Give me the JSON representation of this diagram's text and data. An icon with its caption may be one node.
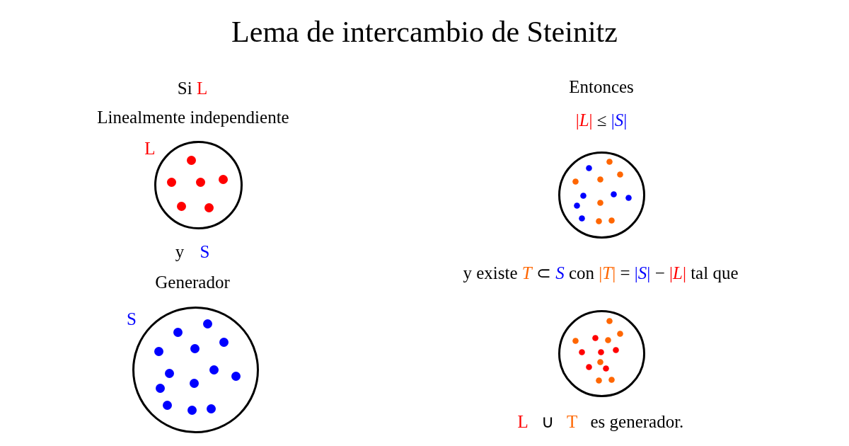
{
  "diagram": {
    "title": "Lema de intercambio de Steinitz",
    "nodes": [
      {
        "text": [
          "L"
        ],
        "beside": [
          "Si L",
          "Linealmente independiente"
        ]
      },
      {
        "text": [
          "S"
        ],
        "beside": [
          "y S",
          "Generador"
        ]
      },
      {
        "text": [],
        "shape": "circle",
        "beside": [
          "Entonces",
          "|*L*| ≤ |*S*|"
        ]
      },
      {
        "text": [],
        "shape": "circle",
        "beside": [
          "y existe *T* ⊂ *S* con |*T*| = |*S*| − |*L*| tal que",
          "L ∪ T es generador."
        ]
      }
    ]
  }
}
